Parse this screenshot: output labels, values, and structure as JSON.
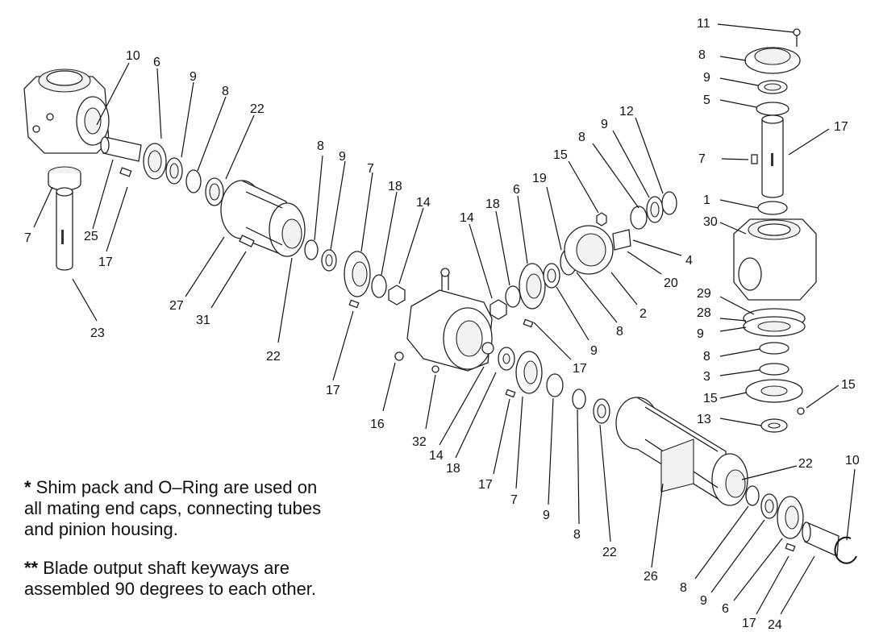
{
  "notes": [
    {
      "marker": "*",
      "text": " Shim pack and O–Ring are used on all mating end caps, connecting tubes and pinion housing."
    },
    {
      "marker": "**",
      "text": " Blade output shaft keyways are assembled 90 degrees to each other."
    }
  ],
  "callouts": [
    "10",
    "6",
    "9",
    "8",
    "22",
    "7",
    "25",
    "17",
    "23",
    "27",
    "31",
    "22",
    "8",
    "9",
    "7",
    "18",
    "14",
    "17",
    "14",
    "18",
    "6",
    "19",
    "15",
    "8",
    "9",
    "12",
    "4",
    "20",
    "2",
    "8",
    "9",
    "17",
    "16",
    "32",
    "14",
    "18",
    "17",
    "7",
    "9",
    "8",
    "22",
    "26",
    "8",
    "9",
    "6",
    "17",
    "24",
    "10",
    "22",
    "15",
    "11",
    "8",
    "9",
    "5",
    "17",
    "7",
    "1",
    "30",
    "29",
    "28",
    "9",
    "8",
    "3",
    "15",
    "13"
  ]
}
